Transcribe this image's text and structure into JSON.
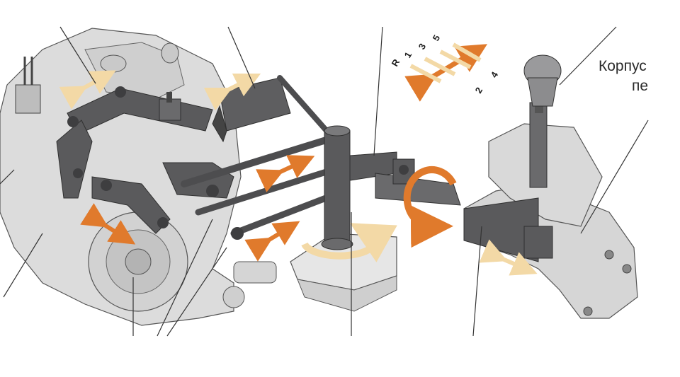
{
  "callout_labels": {
    "line1": "Корпус",
    "line2": "пе"
  },
  "shift_pattern": {
    "top_row": [
      "R",
      "1",
      "3",
      "5"
    ],
    "bottom_row": [
      "2",
      "4"
    ]
  },
  "colors": {
    "part_dark": "#5a5a5c",
    "part_mid": "#8c8c8e",
    "housing_light": "#d9d9d9",
    "arrow_orange": "#e07a2c",
    "arrow_pale": "#f3d9a6"
  }
}
